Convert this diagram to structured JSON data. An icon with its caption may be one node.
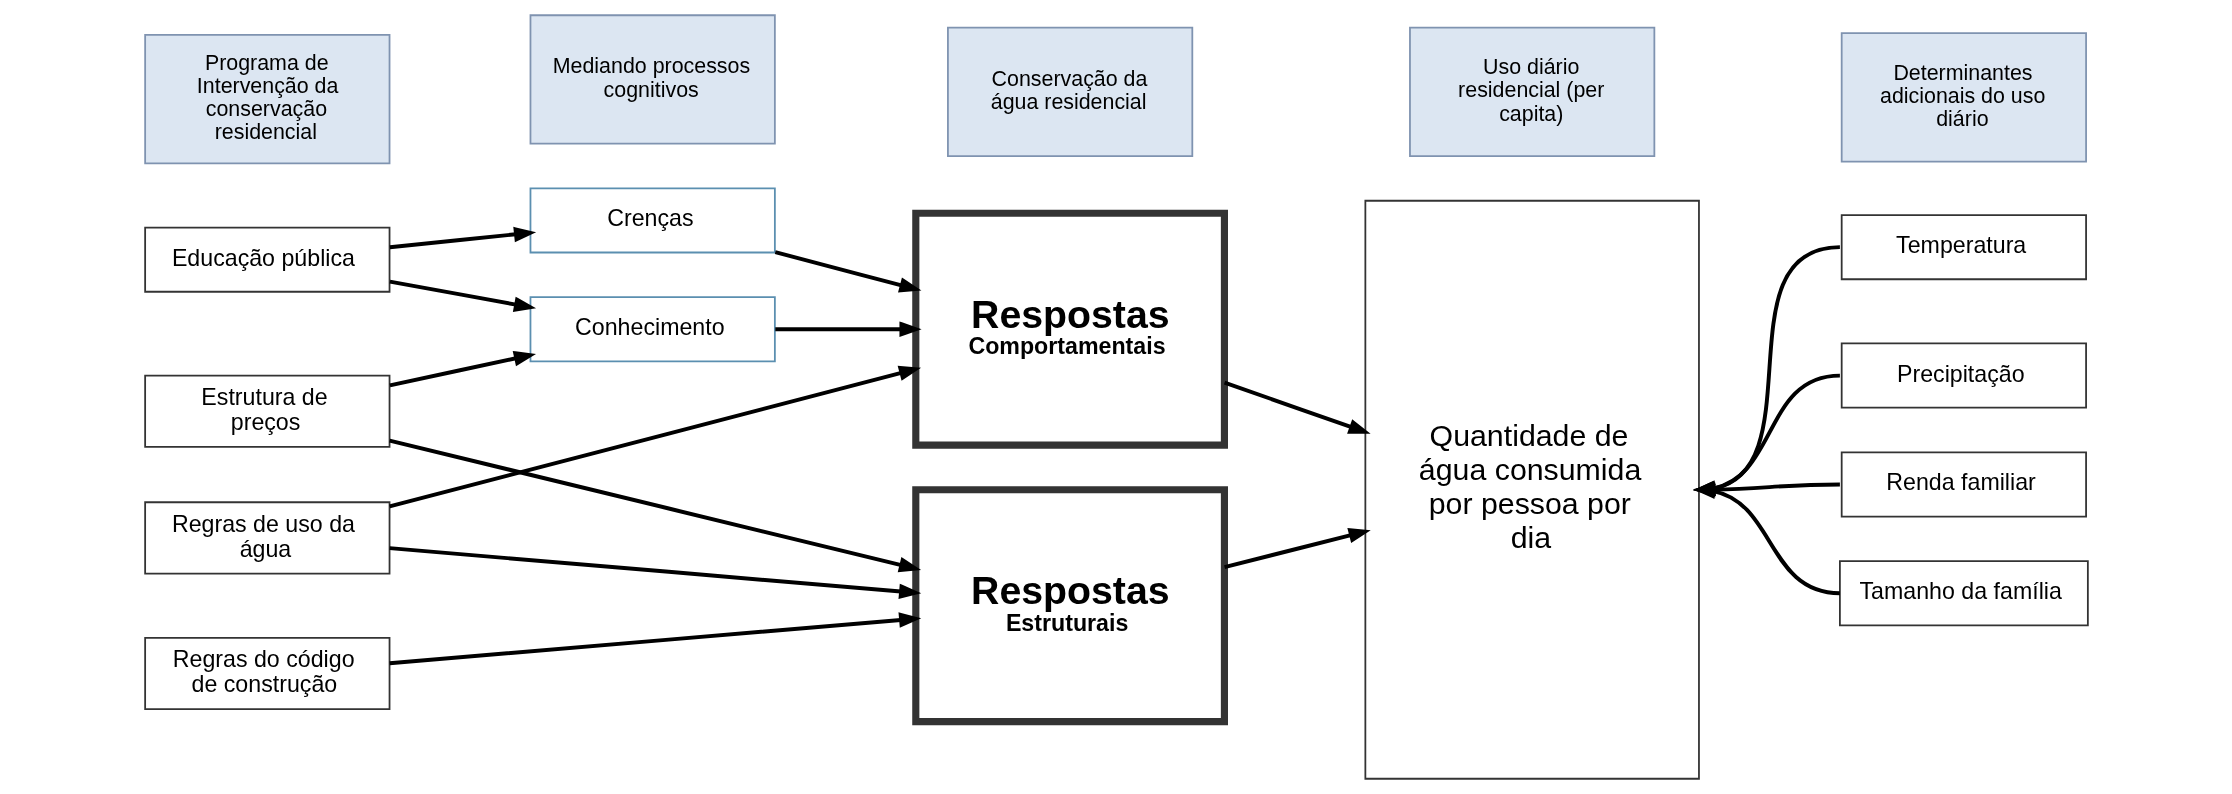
{
  "diagram": {
    "nodes": [
      {
        "text": [
          "Programa de Intervenção da conservação residencial"
        ]
      },
      {
        "text": [
          "Mediando processos cognitivos"
        ]
      },
      {
        "text": [
          "Conservação da água residencial"
        ]
      },
      {
        "text": [
          "Uso diário residencial (per capita)"
        ]
      },
      {
        "text": [
          "Determinantes adicionais do uso diário"
        ]
      },
      {
        "text": [
          "Educação pública"
        ]
      },
      {
        "text": [
          "Estrutura de preços"
        ]
      },
      {
        "text": [
          "Regras de uso da água"
        ]
      },
      {
        "text": [
          "Regras do código de construção"
        ]
      },
      {
        "text": [
          "Crenças"
        ]
      },
      {
        "text": [
          "Conhecimento"
        ]
      },
      {
        "text": [
          "Respostas",
          "Comportamentais"
        ]
      },
      {
        "text": [
          "Respostas",
          "Estruturais"
        ]
      },
      {
        "text": [
          "Quantidade de água consumida por pessoa por dia"
        ]
      },
      {
        "text": [
          "Temperatura"
        ]
      },
      {
        "text": [
          "Precipitação"
        ]
      },
      {
        "text": [
          "Renda familiar"
        ]
      },
      {
        "text": [
          "Tamanho da família"
        ]
      }
    ],
    "edges": [
      {
        "from": 5,
        "to": 9,
        "arrow": "to"
      },
      {
        "from": 5,
        "to": 10,
        "arrow": "to"
      },
      {
        "from": 6,
        "to": 10,
        "arrow": "to"
      },
      {
        "from": 6,
        "to": 12,
        "arrow": "to"
      },
      {
        "from": 7,
        "to": 11,
        "arrow": "to"
      },
      {
        "from": 7,
        "to": 12,
        "arrow": "to"
      },
      {
        "from": 8,
        "to": 12,
        "arrow": "to"
      },
      {
        "from": 9,
        "to": 11,
        "arrow": "to"
      },
      {
        "from": 10,
        "to": 11,
        "arrow": "to"
      },
      {
        "from": 11,
        "to": 13,
        "arrow": "to"
      },
      {
        "from": 12,
        "to": 13,
        "arrow": "to"
      },
      {
        "from": 14,
        "to": 13,
        "arrow": "to"
      },
      {
        "from": 15,
        "to": 13,
        "arrow": "to"
      },
      {
        "from": 16,
        "to": 13,
        "arrow": "to"
      },
      {
        "from": 17,
        "to": 13,
        "arrow": "to"
      }
    ]
  }
}
